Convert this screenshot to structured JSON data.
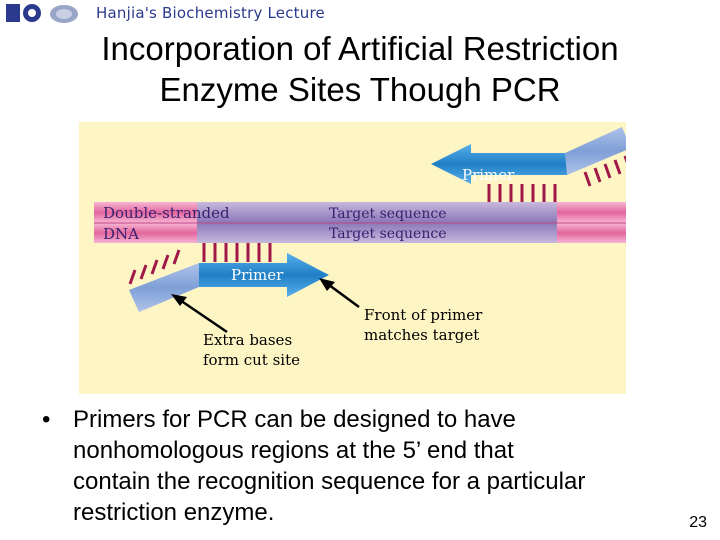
{
  "header": {
    "lecture_label": "Hanjia's Biochemistry Lecture",
    "logo_icon": "sea-turtle-logo-icon"
  },
  "slide": {
    "title_line1": "Incorporation of Artificial Restriction",
    "title_line2": "Enzyme Sites Though PCR",
    "page_number": "23"
  },
  "figure": {
    "primer_top_label": "Primer",
    "primer_bottom_label": "Primer",
    "dna_label_line1": "Double-stranded",
    "dna_label_line2": "DNA",
    "target_top": "Target sequence",
    "target_bottom": "Target sequence",
    "callout_left_line1": "Extra bases",
    "callout_left_line2": "form cut site",
    "callout_right_line1": "Front of primer",
    "callout_right_line2": "matches target",
    "colors": {
      "background": "#fdf5c4",
      "dna_strand": "#e87bb0",
      "target_band": "#9c86c4",
      "primer_arrow": "#1f7fc6",
      "primer_tail": "#7f9fd6",
      "bases": "#a01848"
    }
  },
  "bullets": [
    {
      "line1": "Primers for PCR can be designed to have",
      "line2": "nonhomologous regions at the 5’ end that",
      "line3": "contain the recognition sequence for a particular",
      "line4": "restriction enzyme."
    }
  ]
}
